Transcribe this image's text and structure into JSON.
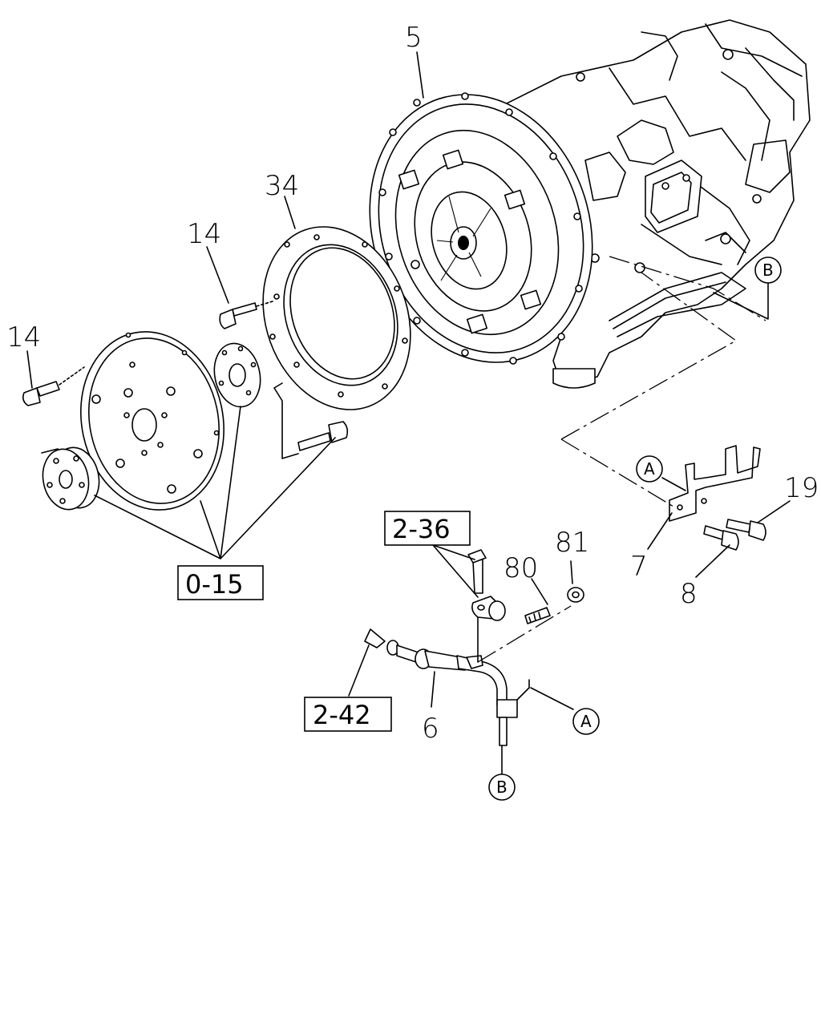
{
  "callouts": {
    "c5": "5",
    "c34": "34",
    "c14a": "14",
    "c14b": "14",
    "c19": "19",
    "c7": "7",
    "c8": "8",
    "c80": "80",
    "c81": "81",
    "c6": "6"
  },
  "ref_boxes": {
    "r015": "0-15",
    "r236": "2-36",
    "r242": "2-42"
  },
  "markers": {
    "a_upper": "A",
    "a_lower": "A",
    "b_upper": "B",
    "b_lower": "B"
  }
}
